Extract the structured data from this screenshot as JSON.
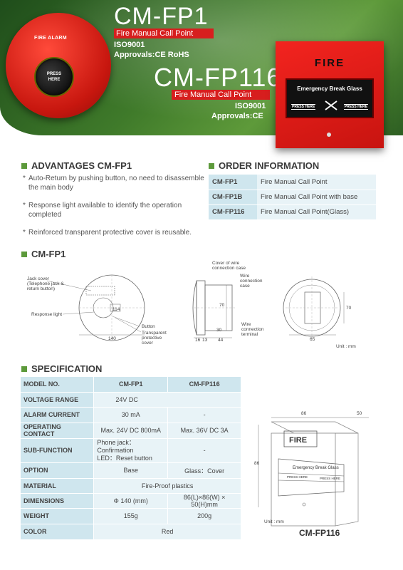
{
  "header": {
    "product1": {
      "model": "CM-FP1",
      "name": "Fire Manual Call Point",
      "iso": "ISO9001",
      "approvals": "Approvals:CE RoHS"
    },
    "product2": {
      "model": "CM-FP116",
      "name": "Fire Manual Call Point",
      "iso": "ISO9001",
      "approvals": "Approvals:CE"
    },
    "round_device": {
      "label": "FIRE ALARM",
      "button_line1": "PRESS",
      "button_line2": "HERE"
    },
    "square_device": {
      "label": "FIRE",
      "glass_text": "Emergency Break Glass",
      "press_left": "PRESS HERE",
      "press_right": "PRESS HERE"
    }
  },
  "advantages": {
    "title": "ADVANTAGES CM-FP1",
    "items": [
      "Auto-Return by pushing button, no need to disassemble the main body",
      "Response light available to identify the operation completed",
      "Reinforced transparent protective cover is reusable."
    ]
  },
  "order": {
    "title": "ORDER INFORMATION",
    "rows": [
      {
        "code": "CM-FP1",
        "desc": "Fire Manual Call Point"
      },
      {
        "code": "CM-FP1B",
        "desc": "Fire Manual Call Point with base"
      },
      {
        "code": "CM-FP116",
        "desc": "Fire Manual Call Point(Glass)"
      }
    ]
  },
  "drawing_section": {
    "title": "CM-FP1",
    "labels": {
      "jack_cover": "Jack cover",
      "telephone_jack": "(Telephone jack &",
      "return_button": "return button)",
      "response_light": "Response light",
      "button": "Button",
      "transparent": "Transparent",
      "protective": "protective",
      "cover": "cover",
      "dim_140": "140",
      "dim_114": "114",
      "cover_wire_1": "Cover of wire",
      "cover_wire_2": "connection case",
      "wire_case_1": "Wire",
      "wire_case_2": "connection",
      "wire_case_3": "case",
      "wire_term_1": "Wire",
      "wire_term_2": "connection",
      "wire_term_3": "terminal",
      "dim_70a": "70",
      "dim_30": "30",
      "dim_16": "16",
      "dim_13": "13",
      "dim_44": "44",
      "dim_70b": "70",
      "dim_65": "65",
      "unit": "Unit : mm"
    }
  },
  "spec": {
    "title": "SPECIFICATION",
    "header": {
      "k": "MODEL NO.",
      "a": "CM-FP1",
      "b": "CM-FP116"
    },
    "rows": {
      "voltage": {
        "k": "VOLTAGE RANGE",
        "v": "24V DC"
      },
      "current": {
        "k": "ALARM CURRENT",
        "a": "30 mA",
        "b": "-"
      },
      "operating": {
        "k": "OPERATING CONTACT",
        "a": "Max. 24V DC 800mA",
        "b": "Max. 36V DC  3A"
      },
      "subfunction": {
        "k": "SUB-FUNCTION",
        "a1": "Phone jack：Confirmation",
        "a2": "LED：Reset button",
        "b": "-"
      },
      "option": {
        "k": "OPTION",
        "a": "Base",
        "b": "Glass：Cover"
      },
      "material": {
        "k": "MATERIAL",
        "v": "Fire-Proof plastics"
      },
      "dimensions": {
        "k": "DIMENSIONS",
        "a": "Φ 140 (mm)",
        "b": "86(L)×86(W) × 50(H)mm"
      },
      "weight": {
        "k": "WEIGHT",
        "a": "155g",
        "b": "200g"
      },
      "color": {
        "k": "COLOR",
        "v": "Red"
      }
    }
  },
  "box_drawing": {
    "dim_top": "86",
    "dim_side": "50",
    "dim_left": "86",
    "fire": "FIRE",
    "glass_text": "Emergency Break Glass",
    "press_left": "PRESS HERE",
    "press_right": "PRESS HERE",
    "unit": "Unit : mm",
    "caption": "CM-FP116"
  },
  "colors": {
    "accent_green": "#5d9a3b",
    "red": "#d71e1e",
    "table_key": "#cfe6ee",
    "table_val": "#e8f3f7"
  }
}
